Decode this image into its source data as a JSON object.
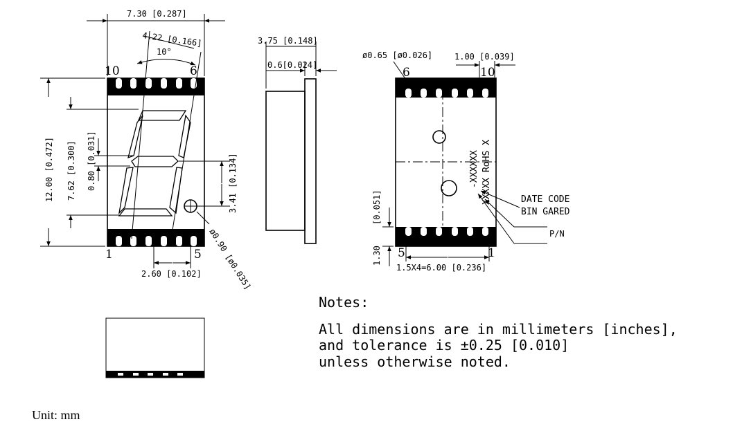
{
  "front_view": {
    "dims": {
      "width_top": "7.30 [0.287]",
      "digit_width": "4.22 [0.166]",
      "slant": "10°",
      "height": "12.00 [0.472]",
      "digit_height": "7.62 [0.300]",
      "seg_width": "0.80 [0.031]",
      "dp_height": "3.41 [0.134]",
      "pin_span": "2.60 [0.102]",
      "dp_dia": "ø0.90 [ø0.035]"
    },
    "pins": {
      "top_left": "10",
      "top_right": "6",
      "bottom_left": "1",
      "bottom_right": "5"
    }
  },
  "side_view": {
    "dims": {
      "depth": "3.75 [0.148]",
      "face": "0.6[0.024]"
    }
  },
  "back_view": {
    "dims": {
      "hole_dia": "ø0.65 [ø0.026]",
      "pitch": "1.00 [0.039]",
      "pin_len": "[0.051]",
      "pin_len_mm": "1.30",
      "pin_row": "1.5X4=6.00 [0.236]"
    },
    "pins": {
      "top_left": "6",
      "top_right": "10",
      "bottom_left": "5",
      "bottom_right": "1"
    },
    "marking": {
      "line1": "-XXXXXX",
      "line2": "XXXXX RoHS X"
    },
    "labels": {
      "date_code": "DATE CODE",
      "bin_grade": "BIN GARED",
      "part_number": "P/N"
    }
  },
  "notes": {
    "title": "Notes:",
    "line1": "All dimensions are in millimeters [inches],",
    "line2": "and tolerance is ±0.25 [0.010]",
    "line3": "unless otherwise noted."
  },
  "unit_label": "Unit: mm"
}
